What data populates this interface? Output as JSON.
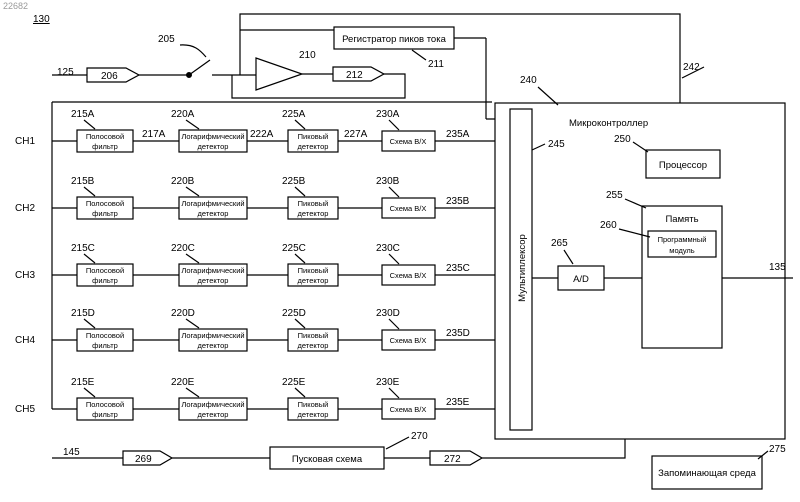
{
  "page_id": "22682",
  "figure_ref": "130",
  "inputs": {
    "top": "125",
    "bottom": "145"
  },
  "arrows": {
    "a206": "206",
    "a212": "212",
    "a269": "269",
    "a272": "272"
  },
  "switch": {
    "ref": "205"
  },
  "amplifier": {
    "ref": "210"
  },
  "peak_register": {
    "label": "Регистратор пиков тока",
    "ref": "211"
  },
  "microcontroller": {
    "label": "Микроконтроллер",
    "ref": "240",
    "bus_ref": "242"
  },
  "multiplexer": {
    "label": "Мультиплексор",
    "ref": "245"
  },
  "processor": {
    "label": "Процессор",
    "ref": "250"
  },
  "memory": {
    "label": "Память",
    "ref": "255"
  },
  "program_module": {
    "label_line1": "Программный",
    "label_line2": "модуль",
    "ref": "260"
  },
  "adc": {
    "label": "A/D",
    "ref": "265"
  },
  "trigger": {
    "label": "Пусковая схема",
    "ref": "270"
  },
  "storage": {
    "label": "Запоминающая среда",
    "ref": "275"
  },
  "output": {
    "ref": "135"
  },
  "block_labels": {
    "bandpass": [
      "Полосовой",
      "фильтр"
    ],
    "logdet": [
      "Логарифмический",
      "детектор"
    ],
    "peakdet": [
      "Пиковый",
      "детектор"
    ],
    "sh": "Схема В/Х"
  },
  "channels": [
    {
      "name": "CH1",
      "bp_ref": "215A",
      "log_ref": "220A",
      "peak_ref": "225A",
      "sh_ref": "230A",
      "out_ref": "235A",
      "w1": "217A",
      "w2": "222A",
      "w3": "227A"
    },
    {
      "name": "CH2",
      "bp_ref": "215B",
      "log_ref": "220B",
      "peak_ref": "225B",
      "sh_ref": "230B",
      "out_ref": "235B",
      "w1": "",
      "w2": "",
      "w3": ""
    },
    {
      "name": "CH3",
      "bp_ref": "215C",
      "log_ref": "220C",
      "peak_ref": "225C",
      "sh_ref": "230C",
      "out_ref": "235C",
      "w1": "",
      "w2": "",
      "w3": ""
    },
    {
      "name": "CH4",
      "bp_ref": "215D",
      "log_ref": "220D",
      "peak_ref": "225D",
      "sh_ref": "230D",
      "out_ref": "235D",
      "w1": "",
      "w2": "",
      "w3": ""
    },
    {
      "name": "CH5",
      "bp_ref": "215E",
      "log_ref": "220E",
      "peak_ref": "225E",
      "sh_ref": "230E",
      "out_ref": "235E",
      "w1": "",
      "w2": "",
      "w3": ""
    }
  ]
}
